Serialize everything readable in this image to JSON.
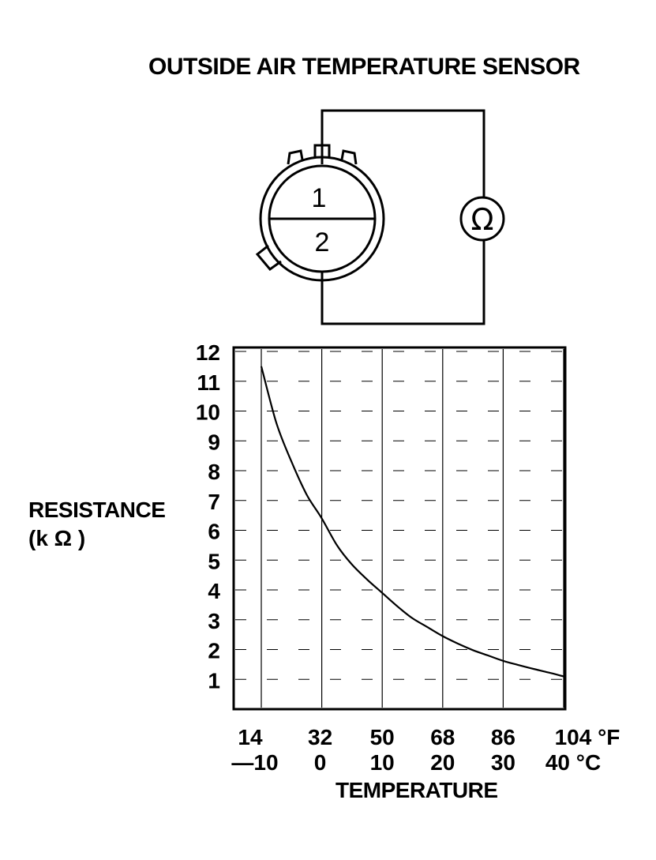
{
  "page": {
    "title": "OUTSIDE AIR TEMPERATURE SENSOR"
  },
  "sensor_diagram": {
    "terminal_labels": [
      "1",
      "2"
    ],
    "meter_symbol": "Ω",
    "meter_icon": "ohmmeter-icon"
  },
  "chart_data": {
    "type": "line",
    "ylabel_line1": "RESISTANCE",
    "ylabel_line2": "(k Ω )",
    "xlabel": "TEMPERATURE",
    "y_ticks": [
      "1",
      "2",
      "3",
      "4",
      "5",
      "6",
      "7",
      "8",
      "9",
      "10",
      "11",
      "12"
    ],
    "x_ticks_f": [
      "14",
      "32",
      "50",
      "68",
      "86",
      "104 °F"
    ],
    "x_ticks_c": [
      "—10",
      "0",
      "10",
      "20",
      "30",
      "40 °C"
    ],
    "x_range_c": [
      -10,
      40
    ],
    "y_range": [
      0,
      12
    ],
    "grid": true,
    "series": [
      {
        "x_c": [
          -10,
          -7.5,
          -5,
          -2.5,
          0,
          2.5,
          5,
          7.5,
          10,
          12.5,
          15,
          17.5,
          20,
          22.5,
          25,
          27.5,
          30,
          32.5,
          35,
          37.5,
          40
        ],
        "y_kohm": [
          11.5,
          9.6,
          8.3,
          7.2,
          6.4,
          5.5,
          4.85,
          4.35,
          3.9,
          3.45,
          3.05,
          2.75,
          2.45,
          2.2,
          1.98,
          1.8,
          1.62,
          1.48,
          1.35,
          1.23,
          1.1
        ]
      }
    ]
  }
}
